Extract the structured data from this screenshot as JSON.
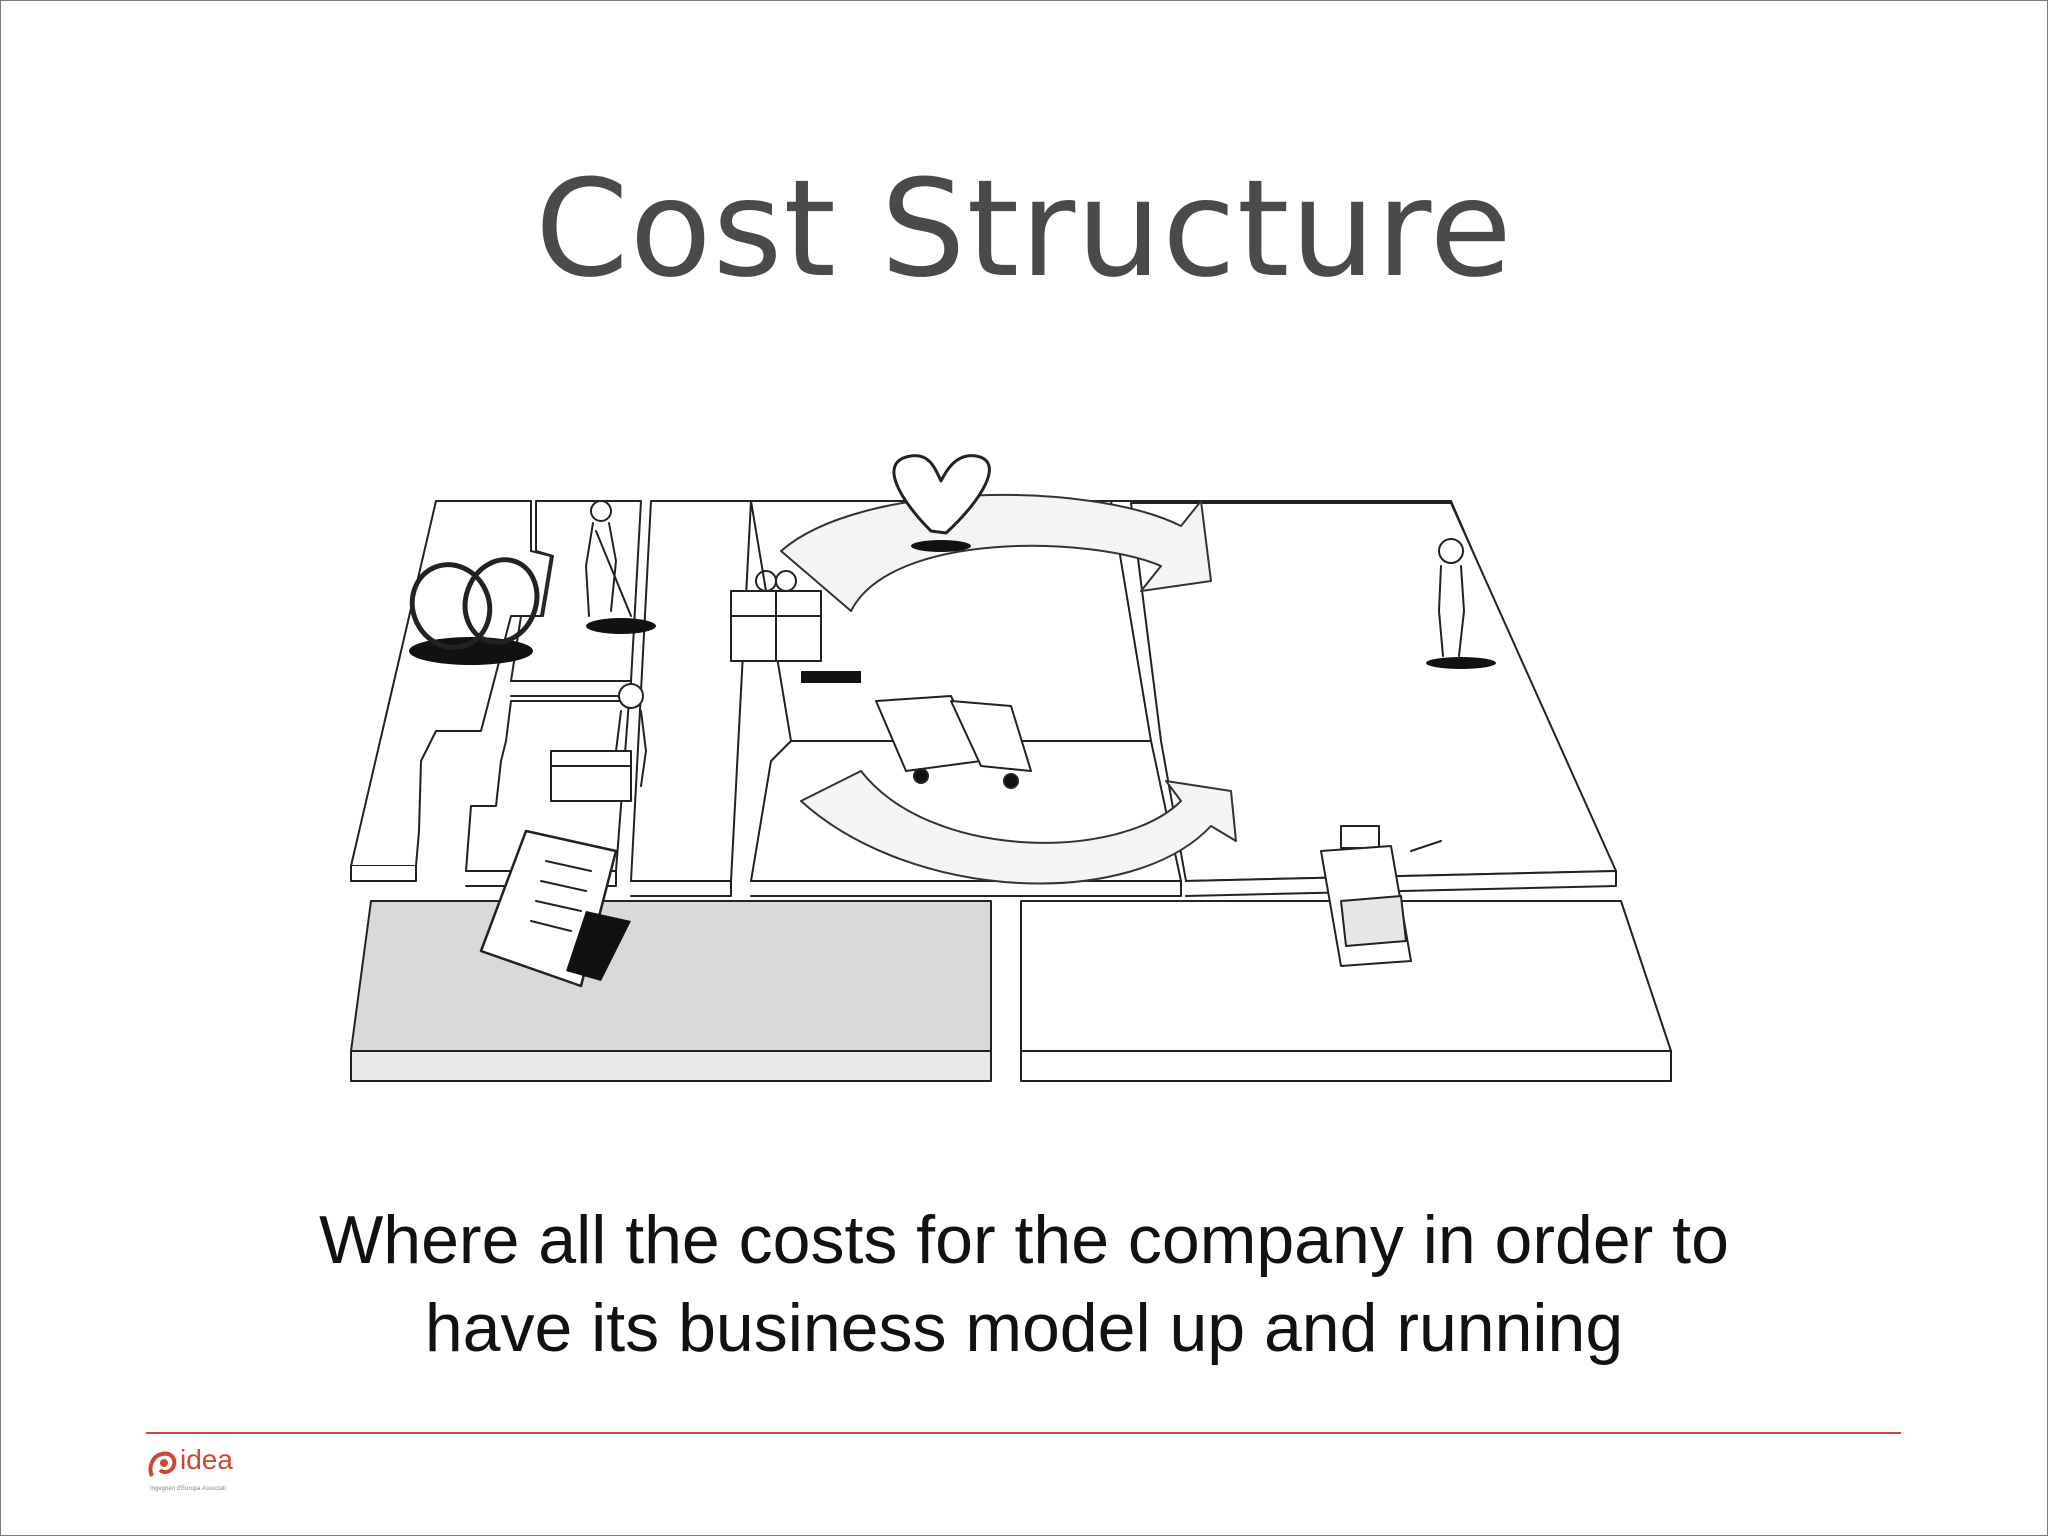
{
  "slide": {
    "title": "Cost Structure",
    "subtitle_lines": [
      "Where all the costs for the company in order to",
      "have its business model up and running"
    ]
  },
  "footer": {
    "logo_text": "idea",
    "logo_tagline": "Ingegneri d'Europa Associati",
    "accent_color": "#c94a32"
  },
  "illustration": {
    "description_icon": "business-model-canvas-sketch",
    "highlighted_block": "cost-structure",
    "highlight_color": "#d9d9d9"
  }
}
